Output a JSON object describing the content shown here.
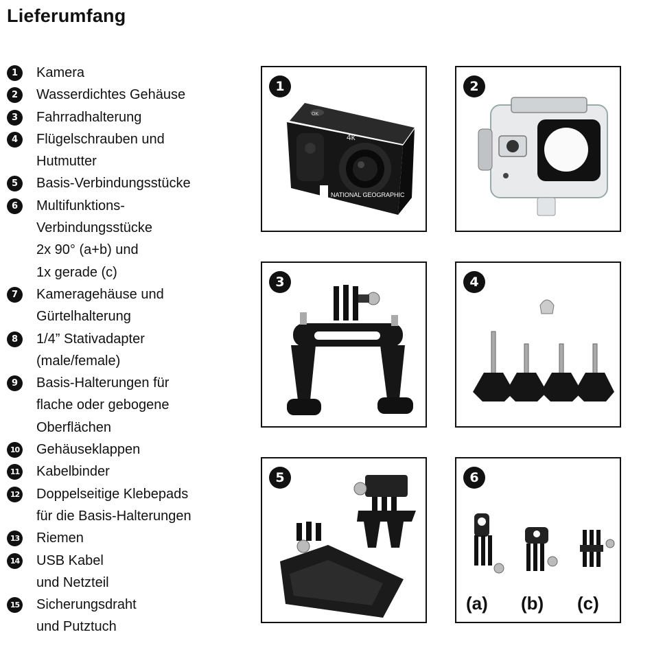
{
  "title": "Lieferumfang",
  "items": [
    {
      "num": "1",
      "lines": [
        "Kamera"
      ]
    },
    {
      "num": "2",
      "lines": [
        "Wasserdichtes Gehäuse"
      ]
    },
    {
      "num": "3",
      "lines": [
        "Fahrradhalterung"
      ]
    },
    {
      "num": "4",
      "lines": [
        "Flügelschrauben und",
        "Hutmutter"
      ]
    },
    {
      "num": "5",
      "lines": [
        "Basis-Verbindungsstücke"
      ]
    },
    {
      "num": "6",
      "lines": [
        "Multifunktions-",
        "Verbindungsstücke",
        "2x 90° (a+b) und",
        "1x gerade (c)"
      ]
    },
    {
      "num": "7",
      "lines": [
        "Kameragehäuse und",
        "Gürtelhalterung"
      ]
    },
    {
      "num": "8",
      "lines": [
        "1/4” Stativadapter",
        "(male/female)"
      ]
    },
    {
      "num": "9",
      "lines": [
        "Basis-Halterungen für",
        "flache oder gebogene",
        "Oberflächen"
      ]
    },
    {
      "num": "10",
      "lines": [
        "Gehäuseklappen"
      ]
    },
    {
      "num": "11",
      "lines": [
        "Kabelbinder"
      ]
    },
    {
      "num": "12",
      "lines": [
        "Doppelseitige Klebepads",
        "für die Basis-Halterungen"
      ]
    },
    {
      "num": "13",
      "lines": [
        "Riemen"
      ]
    },
    {
      "num": "14",
      "lines": [
        "USB Kabel",
        "und Netzteil"
      ]
    },
    {
      "num": "15",
      "lines": [
        "Sicherungsdraht",
        "und Putztuch"
      ]
    }
  ],
  "panels": [
    {
      "num": "1",
      "camera_brand": "NATIONAL GEOGRAPHIC",
      "camera_badge": "4k",
      "camera_button": "OK"
    },
    {
      "num": "2"
    },
    {
      "num": "3"
    },
    {
      "num": "4"
    },
    {
      "num": "5"
    },
    {
      "num": "6",
      "sub_labels": [
        "(a)",
        "(b)",
        "(c)"
      ]
    }
  ]
}
